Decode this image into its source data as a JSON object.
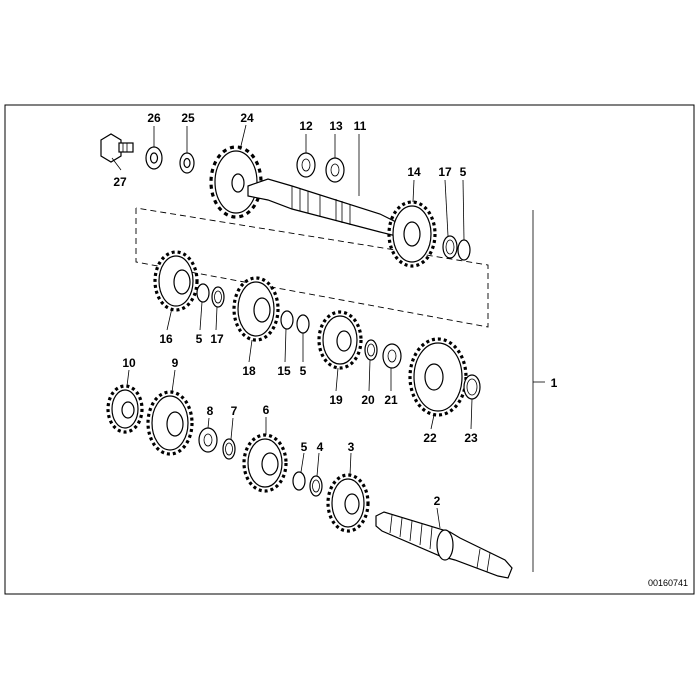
{
  "catalog_number": "00160741",
  "assembly_callout": "1",
  "callouts": [
    {
      "id": "c27",
      "label": "27"
    },
    {
      "id": "c26",
      "label": "26"
    },
    {
      "id": "c25",
      "label": "25"
    },
    {
      "id": "c24",
      "label": "24"
    },
    {
      "id": "c12",
      "label": "12"
    },
    {
      "id": "c13",
      "label": "13"
    },
    {
      "id": "c11",
      "label": "11"
    },
    {
      "id": "c14",
      "label": "14"
    },
    {
      "id": "c17a",
      "label": "17"
    },
    {
      "id": "c5a",
      "label": "5"
    },
    {
      "id": "c16",
      "label": "16"
    },
    {
      "id": "c5b",
      "label": "5"
    },
    {
      "id": "c17b",
      "label": "17"
    },
    {
      "id": "c18",
      "label": "18"
    },
    {
      "id": "c15",
      "label": "15"
    },
    {
      "id": "c5c",
      "label": "5"
    },
    {
      "id": "c19",
      "label": "19"
    },
    {
      "id": "c20",
      "label": "20"
    },
    {
      "id": "c21",
      "label": "21"
    },
    {
      "id": "c22",
      "label": "22"
    },
    {
      "id": "c23",
      "label": "23"
    },
    {
      "id": "c10",
      "label": "10"
    },
    {
      "id": "c9",
      "label": "9"
    },
    {
      "id": "c8",
      "label": "8"
    },
    {
      "id": "c7",
      "label": "7"
    },
    {
      "id": "c6",
      "label": "6"
    },
    {
      "id": "c5d",
      "label": "5"
    },
    {
      "id": "c4",
      "label": "4"
    },
    {
      "id": "c3",
      "label": "3"
    },
    {
      "id": "c2",
      "label": "2"
    }
  ]
}
